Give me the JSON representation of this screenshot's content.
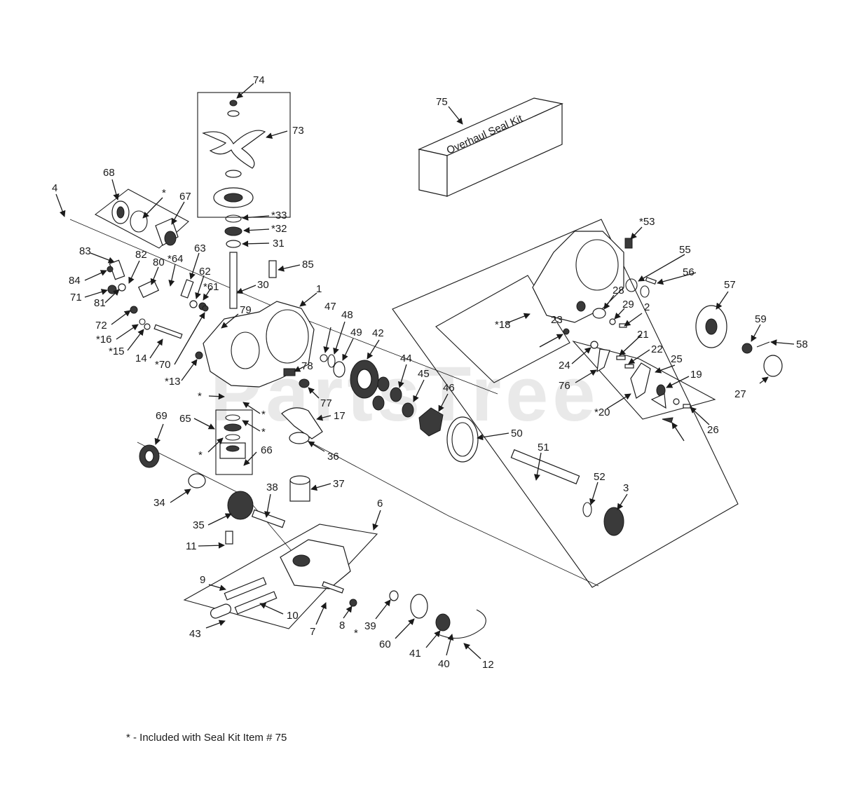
{
  "watermark": "PartsTree",
  "kit_box_text": "Overhaul Seal Kit",
  "footnote": "* - Included with Seal Kit Item # 75",
  "callouts": [
    "74",
    "73",
    "*33",
    "*32",
    "31",
    "85",
    "30",
    "1",
    "75",
    "68",
    "*",
    "67",
    "4",
    "83",
    "82",
    "*64",
    "63",
    "80",
    "62",
    "84",
    "*61",
    "71",
    "81",
    "79",
    "72",
    "*16",
    "*15",
    "14",
    "*70",
    "*13",
    "47",
    "48",
    "49",
    "42",
    "44",
    "45",
    "46",
    "78",
    "77",
    "17",
    "*",
    "*",
    "*",
    "*",
    "36",
    "37",
    "69",
    "65",
    "66",
    "34",
    "35",
    "38",
    "11",
    "6",
    "9",
    "10",
    "7",
    "8",
    "*",
    "39",
    "60",
    "41",
    "40",
    "12",
    "43",
    "50",
    "51",
    "52",
    "3",
    "*53",
    "55",
    "56",
    "57",
    "59",
    "58",
    "27",
    "28",
    "29",
    "2",
    "*18",
    "23",
    "21",
    "24",
    "22",
    "76",
    "25",
    "19",
    "*20",
    "26"
  ]
}
